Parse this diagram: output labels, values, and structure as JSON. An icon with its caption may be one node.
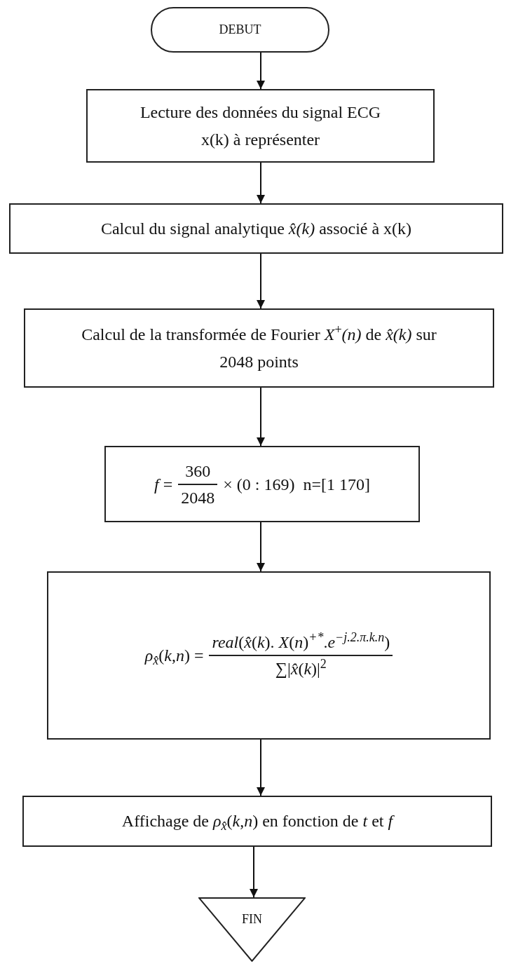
{
  "diagram": {
    "nodes": [
      {
        "text": [
          "DEBUT"
        ]
      },
      {
        "text": [
          "Lecture des données du signal ECG x(k) à représenter"
        ]
      },
      {
        "text": [
          "Calcul du signal analytique *x̂(k)* associé à x(k)"
        ]
      },
      {
        "text": [
          "Calcul de la transformée de Fourier *X*$^{+}$*(n)* de *x̂(k)* sur 2048 points"
        ]
      },
      {
        "text": [
          "*f* =",
          "360",
          "2048",
          "× (0 : 169)  n=[1 170]"
        ]
      },
      {
        "text": [
          "*ρ*$_{x̂}$(*k*,*n*) =",
          "*real*(*x̂*(*k*). *X*(*n*)$^{+*}$.*e*$^{−j.2.π.k.n}$)",
          "∑|*x̂*(*k*)|$^{2}$"
        ]
      },
      {
        "text": [
          "Affichage de *ρ*$_{x̂}$(*k*,*n*) en fonction de *t* et *f*"
        ]
      },
      {
        "text": [
          "FIN"
        ]
      }
    ],
    "edges": [
      {
        "from": 0,
        "to": 1,
        "arrow": "to"
      },
      {
        "from": 1,
        "to": 2,
        "arrow": "to"
      },
      {
        "from": 2,
        "to": 3,
        "arrow": "to"
      },
      {
        "from": 3,
        "to": 4,
        "arrow": "to"
      },
      {
        "from": 4,
        "to": 5,
        "arrow": "to"
      },
      {
        "from": 5,
        "to": 6,
        "arrow": "to"
      },
      {
        "from": 6,
        "to": 7,
        "arrow": "to"
      }
    ]
  }
}
